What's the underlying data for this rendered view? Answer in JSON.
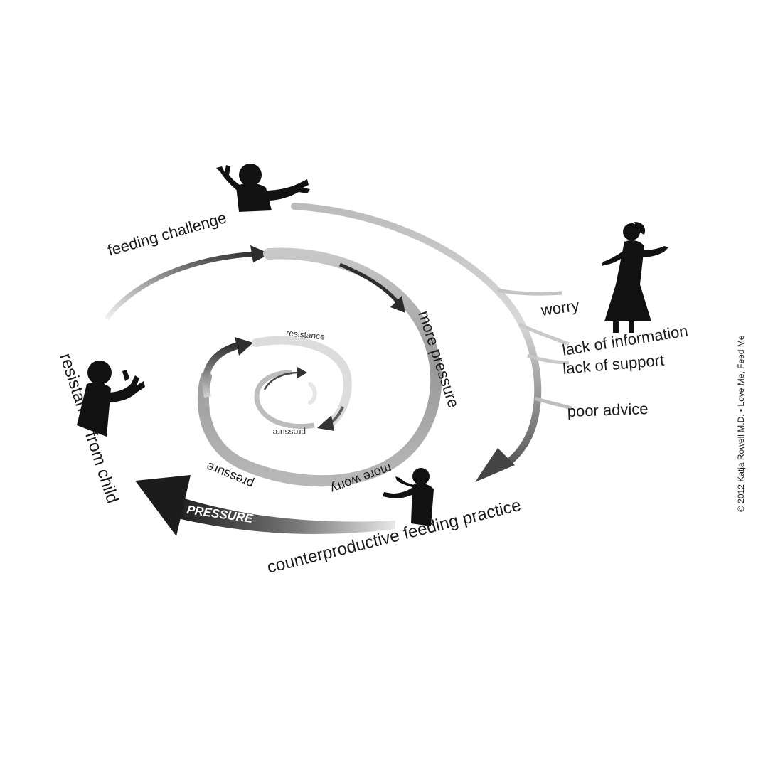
{
  "labels": {
    "feeding_challenge": "feeding challenge",
    "more_pressure": "more pressure",
    "resistance_outer": "resistance",
    "resistance_from_child": "resistance from child",
    "pressure_outer": "pressure",
    "more_worry": "more worry",
    "pressure_inner": "pressure",
    "pressure_arrow": "PRESSURE",
    "counterproductive": "counterproductive feeding practice",
    "worry": "worry",
    "lack_of_information": "lack of information",
    "lack_of_support": "lack of support",
    "poor_advice": "poor advice"
  },
  "copyright": "© 2012 Katja Rowell M.D.  •  Love Me, Feed Me",
  "colors": {
    "ink": "#1a1a1a",
    "dark_gray": "#3a3a3a",
    "mid_gray": "#8a8a8a",
    "light_gray": "#d6d6d6",
    "silhouette": "#111111"
  },
  "icons": {
    "child_top": "child-arms-up-silhouette",
    "child_left": "child-resisting-silhouette",
    "parent_bottom": "parent-feeding-silhouette",
    "woman_right": "woman-advice-silhouette"
  }
}
